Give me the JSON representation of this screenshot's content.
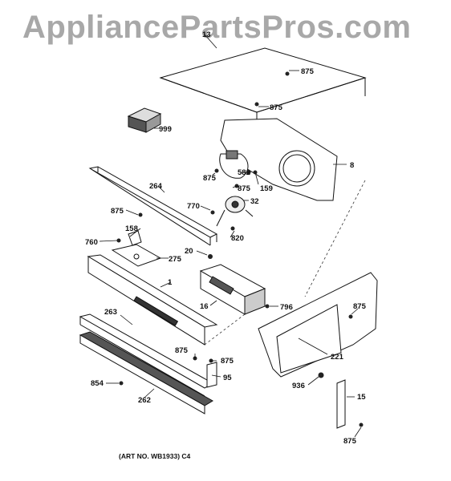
{
  "watermark": "AppliancePartsPros.com",
  "caption": "(ART NO. WB1933) C4",
  "labels": {
    "l13": "13",
    "l875a": "875",
    "l875b": "875",
    "l999": "999",
    "l8": "8",
    "l875c": "875",
    "l582": "582",
    "l875d": "875",
    "l159": "159",
    "l264": "264",
    "l770": "770",
    "l32": "32",
    "l875e": "875",
    "l158": "158",
    "l820": "820",
    "l760": "760",
    "l275": "275",
    "l20": "20",
    "l1": "1",
    "l16": "16",
    "l796": "796",
    "l875f": "875",
    "l263": "263",
    "l875g": "875",
    "l875h": "875",
    "l221": "221",
    "l95": "95",
    "l936": "936",
    "l854": "854",
    "l262": "262",
    "l15": "15",
    "l875i": "875"
  }
}
